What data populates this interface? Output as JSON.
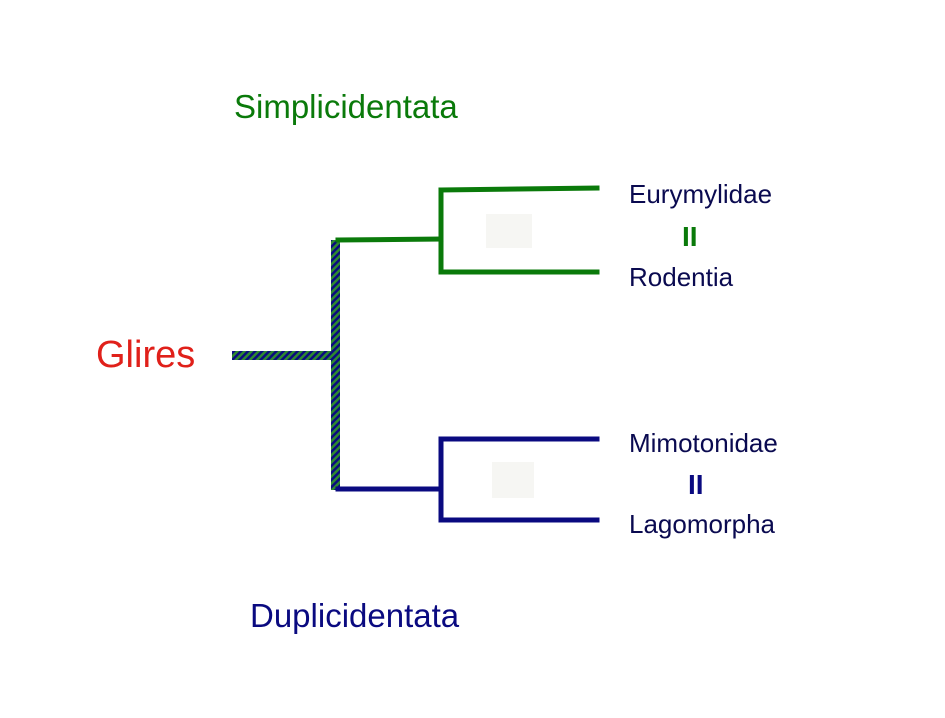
{
  "diagram": {
    "root": {
      "label": "Glires",
      "color": "#e0201a"
    },
    "groups": {
      "simplicidentata": {
        "label": "Simplicidentata",
        "color": "#0a7a0a",
        "taxa": [
          "Eurymylidae",
          "Rodentia"
        ],
        "separator": "II"
      },
      "duplicidentata": {
        "label": "Duplicidentata",
        "color": "#0a0a80",
        "taxa": [
          "Mimotonidae",
          "Lagomorpha"
        ],
        "separator": "II"
      }
    },
    "taxon_label_color": "#0a0a50"
  }
}
